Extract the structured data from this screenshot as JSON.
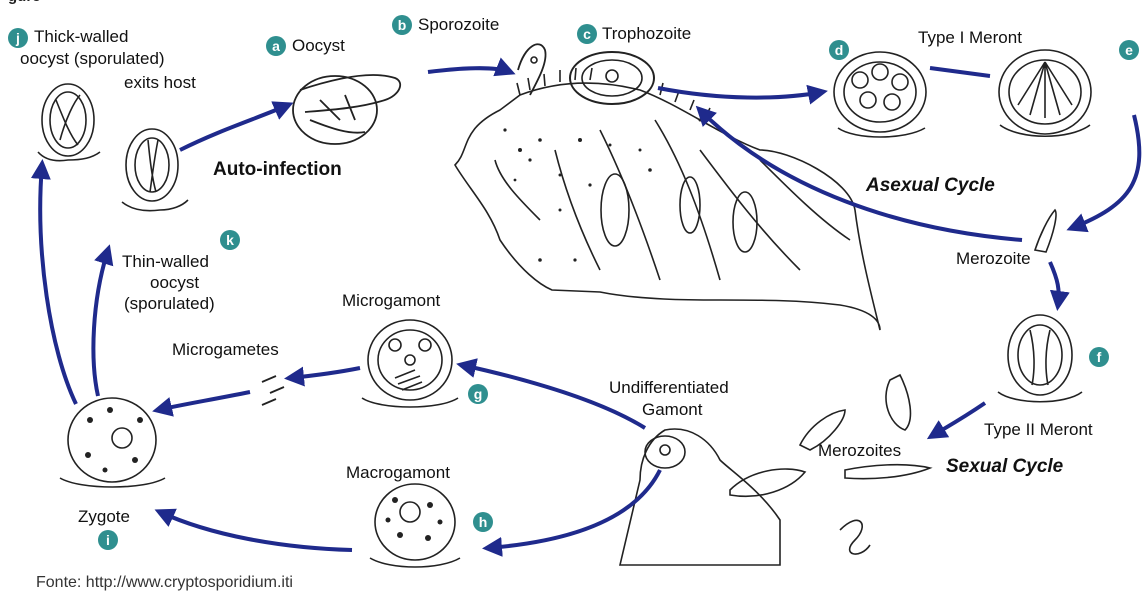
{
  "header_fragment": "gure",
  "stages": {
    "a": {
      "badge": "a",
      "label": "Oocyst"
    },
    "b": {
      "badge": "b",
      "label": "Sporozoite"
    },
    "c": {
      "badge": "c",
      "label": "Trophozoite"
    },
    "d": {
      "badge": "d"
    },
    "e": {
      "badge": "e",
      "label": "Type I Meront"
    },
    "f": {
      "badge": "f",
      "label": "Type II Meront"
    },
    "g": {
      "badge": "g",
      "label": "Microgamont"
    },
    "h": {
      "badge": "h",
      "label": "Macrogamont"
    },
    "i": {
      "badge": "i",
      "label": "Zygote"
    },
    "j": {
      "badge": "j",
      "label_lines": [
        "Thick-walled",
        "oocyst (sporulated)",
        "exits host"
      ]
    },
    "k": {
      "badge": "k",
      "label_lines": [
        "Thin-walled",
        "oocyst",
        "(sporulated)"
      ]
    }
  },
  "other_labels": {
    "merozoite": "Merozoite",
    "merozoites": "Merozoites",
    "microgametes": "Microgametes",
    "undifferentiated_gamont_lines": [
      "Undifferentiated",
      "Gamont"
    ]
  },
  "cycles": {
    "auto_infection": "Auto-infection",
    "asexual": "Asexual Cycle",
    "sexual": "Sexual Cycle"
  },
  "source": "Fonte: http://www.cryptosporidium.iti",
  "colors": {
    "arrow": "#1f2a8c",
    "badge": "#2f8f8f",
    "line_art": "#222222"
  }
}
